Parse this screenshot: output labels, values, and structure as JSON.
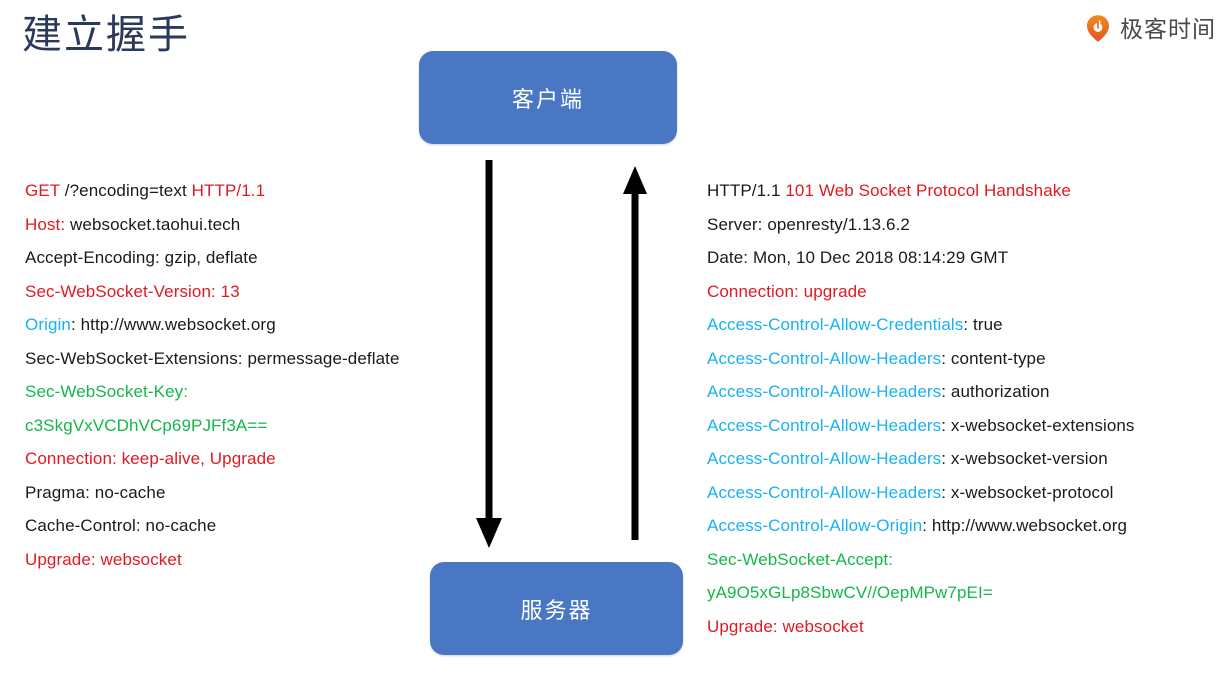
{
  "slide": {
    "title": "建立握手"
  },
  "brand": {
    "name": "极客时间",
    "mark_icon": "geektime-logo-icon",
    "mark_color": "#ec6825"
  },
  "diagram": {
    "client_label": "客户端",
    "server_label": "服务器",
    "box_color": "#4a77c4",
    "arrow_color": "#000000",
    "arrows": [
      {
        "name": "request-arrow",
        "direction": "down",
        "from": "客户端",
        "to": "服务器"
      },
      {
        "name": "response-arrow",
        "direction": "up",
        "from": "服务器",
        "to": "客户端"
      }
    ]
  },
  "colors": {
    "black": "#1a1a1a",
    "red": "#e01a22",
    "cyan": "#18b2f0",
    "green": "#14b74b",
    "title": "#2b3a5c"
  },
  "request": {
    "lines": [
      {
        "name": "GET",
        "name_color": "red",
        "value": " /?encoding=text ",
        "value_color": "black",
        "extra": "HTTP/1.1",
        "extra_color": "red"
      },
      {
        "name": "Host:",
        "name_color": "red",
        "value": " websocket.taohui.tech",
        "value_color": "black"
      },
      {
        "name": "Accept-Encoding:",
        "name_color": "black",
        "value": " gzip, deflate",
        "value_color": "black"
      },
      {
        "name": "Sec-WebSocket-Version: 13",
        "name_color": "red",
        "value": "",
        "value_color": "red"
      },
      {
        "name": "Origin",
        "name_color": "cyan",
        "value": ": http://www.websocket.org",
        "value_color": "black"
      },
      {
        "name": "Sec-WebSocket-Extensions:",
        "name_color": "black",
        "value": " permessage-deflate",
        "value_color": "black"
      },
      {
        "name": "Sec-WebSocket-Key:",
        "name_color": "green",
        "value": "",
        "value_color": "green"
      },
      {
        "name": "c3SkgVxVCDhVCp69PJFf3A==",
        "name_color": "green",
        "value": "",
        "value_color": "green"
      },
      {
        "name": "Connection: keep-alive, Upgrade",
        "name_color": "red",
        "value": "",
        "value_color": "red"
      },
      {
        "name": "Pragma:",
        "name_color": "black",
        "value": " no-cache",
        "value_color": "black"
      },
      {
        "name": "Cache-Control:",
        "name_color": "black",
        "value": " no-cache",
        "value_color": "black"
      },
      {
        "name": "Upgrade: websocket",
        "name_color": "red",
        "value": "",
        "value_color": "red"
      }
    ]
  },
  "response": {
    "lines": [
      {
        "name": "HTTP/1.1",
        "name_color": "black",
        "value": " 101 Web Socket Protocol Handshake",
        "value_color": "red"
      },
      {
        "name": "Server:",
        "name_color": "black",
        "value": " openresty/1.13.6.2",
        "value_color": "black"
      },
      {
        "name": "Date:",
        "name_color": "black",
        "value": " Mon, 10 Dec 2018 08:14:29 GMT",
        "value_color": "black"
      },
      {
        "name": "Connection: upgrade",
        "name_color": "red",
        "value": "",
        "value_color": "red"
      },
      {
        "name": "Access-Control-Allow-Credentials",
        "name_color": "cyan",
        "value": ": true",
        "value_color": "black"
      },
      {
        "name": "Access-Control-Allow-Headers",
        "name_color": "cyan",
        "value": ": content-type",
        "value_color": "black"
      },
      {
        "name": "Access-Control-Allow-Headers",
        "name_color": "cyan",
        "value": ": authorization",
        "value_color": "black"
      },
      {
        "name": "Access-Control-Allow-Headers",
        "name_color": "cyan",
        "value": ": x-websocket-extensions",
        "value_color": "black"
      },
      {
        "name": "Access-Control-Allow-Headers",
        "name_color": "cyan",
        "value": ": x-websocket-version",
        "value_color": "black"
      },
      {
        "name": "Access-Control-Allow-Headers",
        "name_color": "cyan",
        "value": ": x-websocket-protocol",
        "value_color": "black"
      },
      {
        "name": "Access-Control-Allow-Origin",
        "name_color": "cyan",
        "value": ": http://www.websocket.org",
        "value_color": "black"
      },
      {
        "name": "Sec-WebSocket-Accept:",
        "name_color": "green",
        "value": "",
        "value_color": "green"
      },
      {
        "name": "yA9O5xGLp8SbwCV//OepMPw7pEI=",
        "name_color": "green",
        "value": "",
        "value_color": "green"
      },
      {
        "name": "Upgrade: websocket",
        "name_color": "red",
        "value": "",
        "value_color": "red"
      }
    ]
  }
}
